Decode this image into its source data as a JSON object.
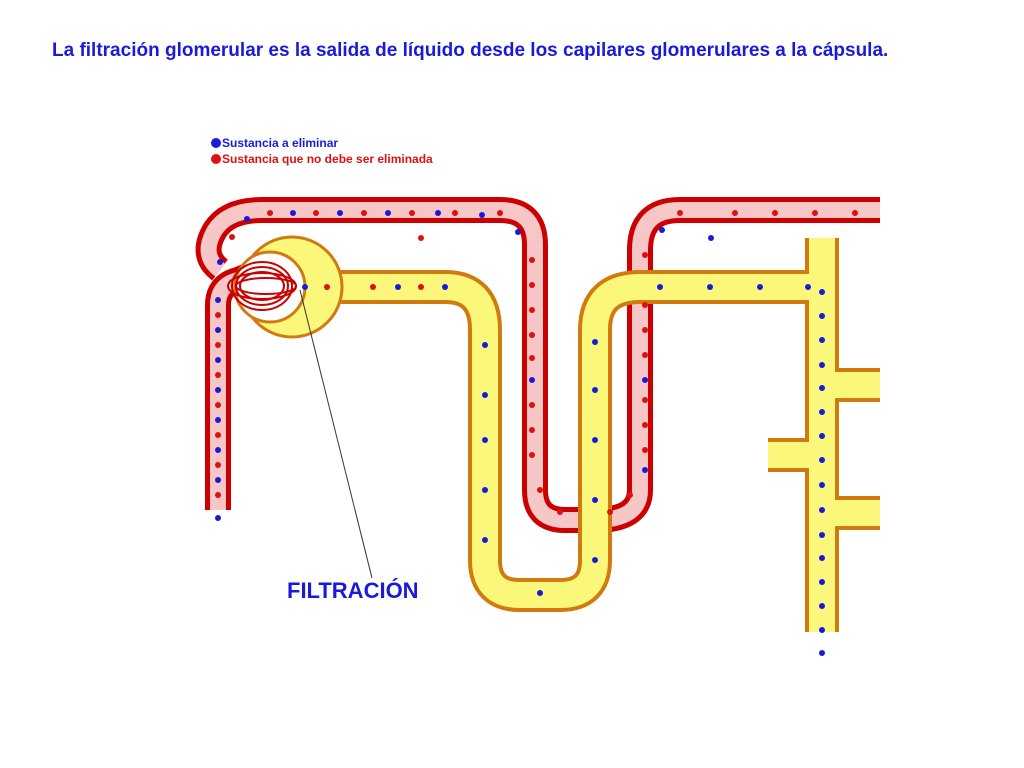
{
  "title": "La filtración glomerular es la salida de líquido desde los capilares glomerulares a la cápsula.",
  "legend": [
    {
      "label": "Sustancia a eliminar",
      "color": "#1a1adb"
    },
    {
      "label": "Sustancia que no debe ser eliminada",
      "color": "#e01010"
    }
  ],
  "annotation": "FILTRACIÓN",
  "colors": {
    "vessel_wall": "#cc0000",
    "vessel_fill": "#f7c6c6",
    "tubule_wall": "#d07a10",
    "tubule_fill": "#fbf77a",
    "text_blue": "#1a1adb"
  }
}
